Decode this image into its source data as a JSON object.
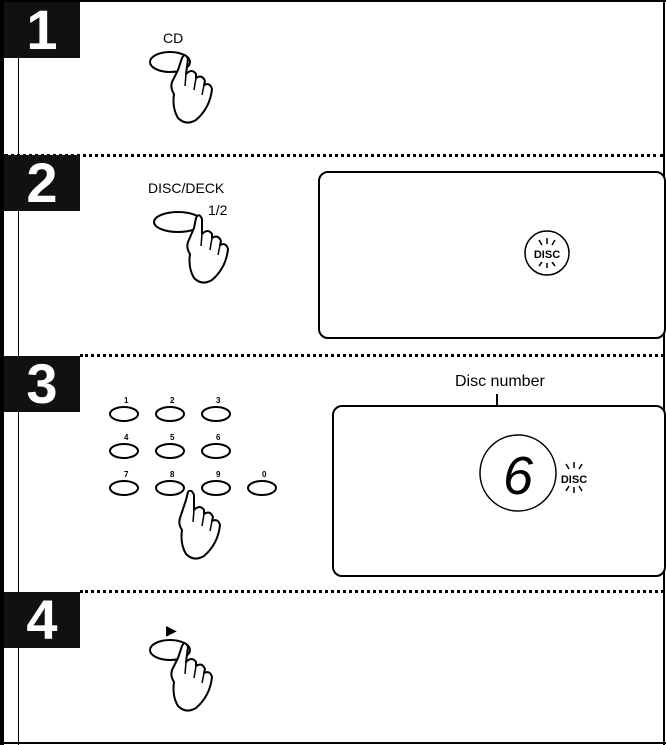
{
  "steps": [
    {
      "number": "1",
      "button_label": "CD"
    },
    {
      "number": "2",
      "button_label": "DISC/DECK",
      "button_sub_label": "1/2",
      "display_indicator": "DISC"
    },
    {
      "number": "3",
      "keys": [
        "1",
        "2",
        "3",
        "4",
        "5",
        "6",
        "7",
        "8",
        "9",
        "0"
      ],
      "callout_label": "Disc number",
      "display_digit": "6",
      "display_indicator": "DISC"
    },
    {
      "number": "4",
      "button_label": "▶"
    }
  ]
}
